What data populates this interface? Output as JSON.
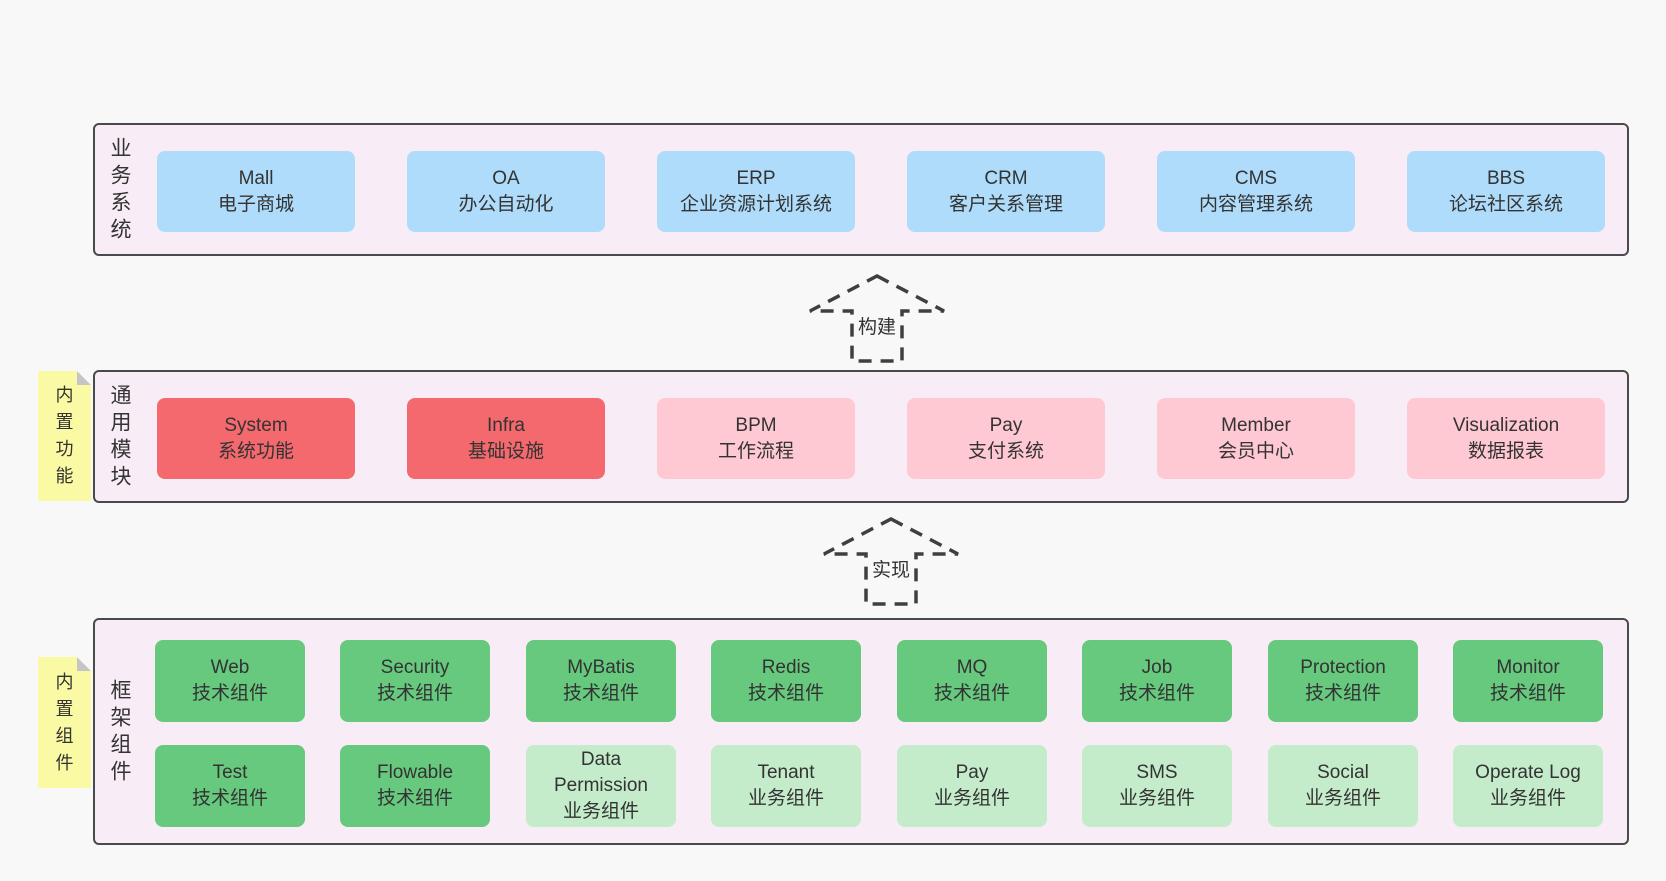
{
  "colors": {
    "page_bg": "#f8f8f8",
    "layer_bg": "#f8edf6",
    "layer_border": "#4a4a4a",
    "blue_box": "#aedcfa",
    "red_box": "#f4696e",
    "pink_box": "#ffc9d3",
    "green_box": "#66c97e",
    "light_green_box": "#c4ebca",
    "sticky_note": "#fafaa5",
    "fold_gray": "#c5c5c5",
    "text": "#333333"
  },
  "arrows": [
    {
      "label": "构建"
    },
    {
      "label": "实现"
    }
  ],
  "layers": [
    {
      "label": "业务系统",
      "boxes": [
        {
          "name": "Mall",
          "desc": "电子商城"
        },
        {
          "name": "OA",
          "desc": "办公自动化"
        },
        {
          "name": "ERP",
          "desc": "企业资源计划系统"
        },
        {
          "name": "CRM",
          "desc": "客户关系管理"
        },
        {
          "name": "CMS",
          "desc": "内容管理系统"
        },
        {
          "name": "BBS",
          "desc": "论坛社区系统"
        }
      ]
    },
    {
      "label": "通用模块",
      "note": "内置功能",
      "boxes": [
        {
          "name": "System",
          "desc": "系统功能",
          "variant": "red"
        },
        {
          "name": "Infra",
          "desc": "基础设施",
          "variant": "red"
        },
        {
          "name": "BPM",
          "desc": "工作流程",
          "variant": "pink"
        },
        {
          "name": "Pay",
          "desc": "支付系统",
          "variant": "pink"
        },
        {
          "name": "Member",
          "desc": "会员中心",
          "variant": "pink"
        },
        {
          "name": "Visualization",
          "desc": "数据报表",
          "variant": "pink"
        }
      ]
    },
    {
      "label": "框架组件",
      "note": "内置组件",
      "rows": [
        [
          {
            "name": "Web",
            "desc": "技术组件",
            "variant": "green"
          },
          {
            "name": "Security",
            "desc": "技术组件",
            "variant": "green"
          },
          {
            "name": "MyBatis",
            "desc": "技术组件",
            "variant": "green"
          },
          {
            "name": "Redis",
            "desc": "技术组件",
            "variant": "green"
          },
          {
            "name": "MQ",
            "desc": "技术组件",
            "variant": "green"
          },
          {
            "name": "Job",
            "desc": "技术组件",
            "variant": "green"
          },
          {
            "name": "Protection",
            "desc": "技术组件",
            "variant": "green"
          },
          {
            "name": "Monitor",
            "desc": "技术组件",
            "variant": "green"
          }
        ],
        [
          {
            "name": "Test",
            "desc": "技术组件",
            "variant": "green"
          },
          {
            "name": "Flowable",
            "desc": "技术组件",
            "variant": "green"
          },
          {
            "name": "Data Permission",
            "desc": "业务组件",
            "variant": "lightgreen"
          },
          {
            "name": "Tenant",
            "desc": "业务组件",
            "variant": "lightgreen"
          },
          {
            "name": "Pay",
            "desc": "业务组件",
            "variant": "lightgreen"
          },
          {
            "name": "SMS",
            "desc": "业务组件",
            "variant": "lightgreen"
          },
          {
            "name": "Social",
            "desc": "业务组件",
            "variant": "lightgreen"
          },
          {
            "name": "Operate Log",
            "desc": "业务组件",
            "variant": "lightgreen"
          }
        ]
      ]
    }
  ]
}
